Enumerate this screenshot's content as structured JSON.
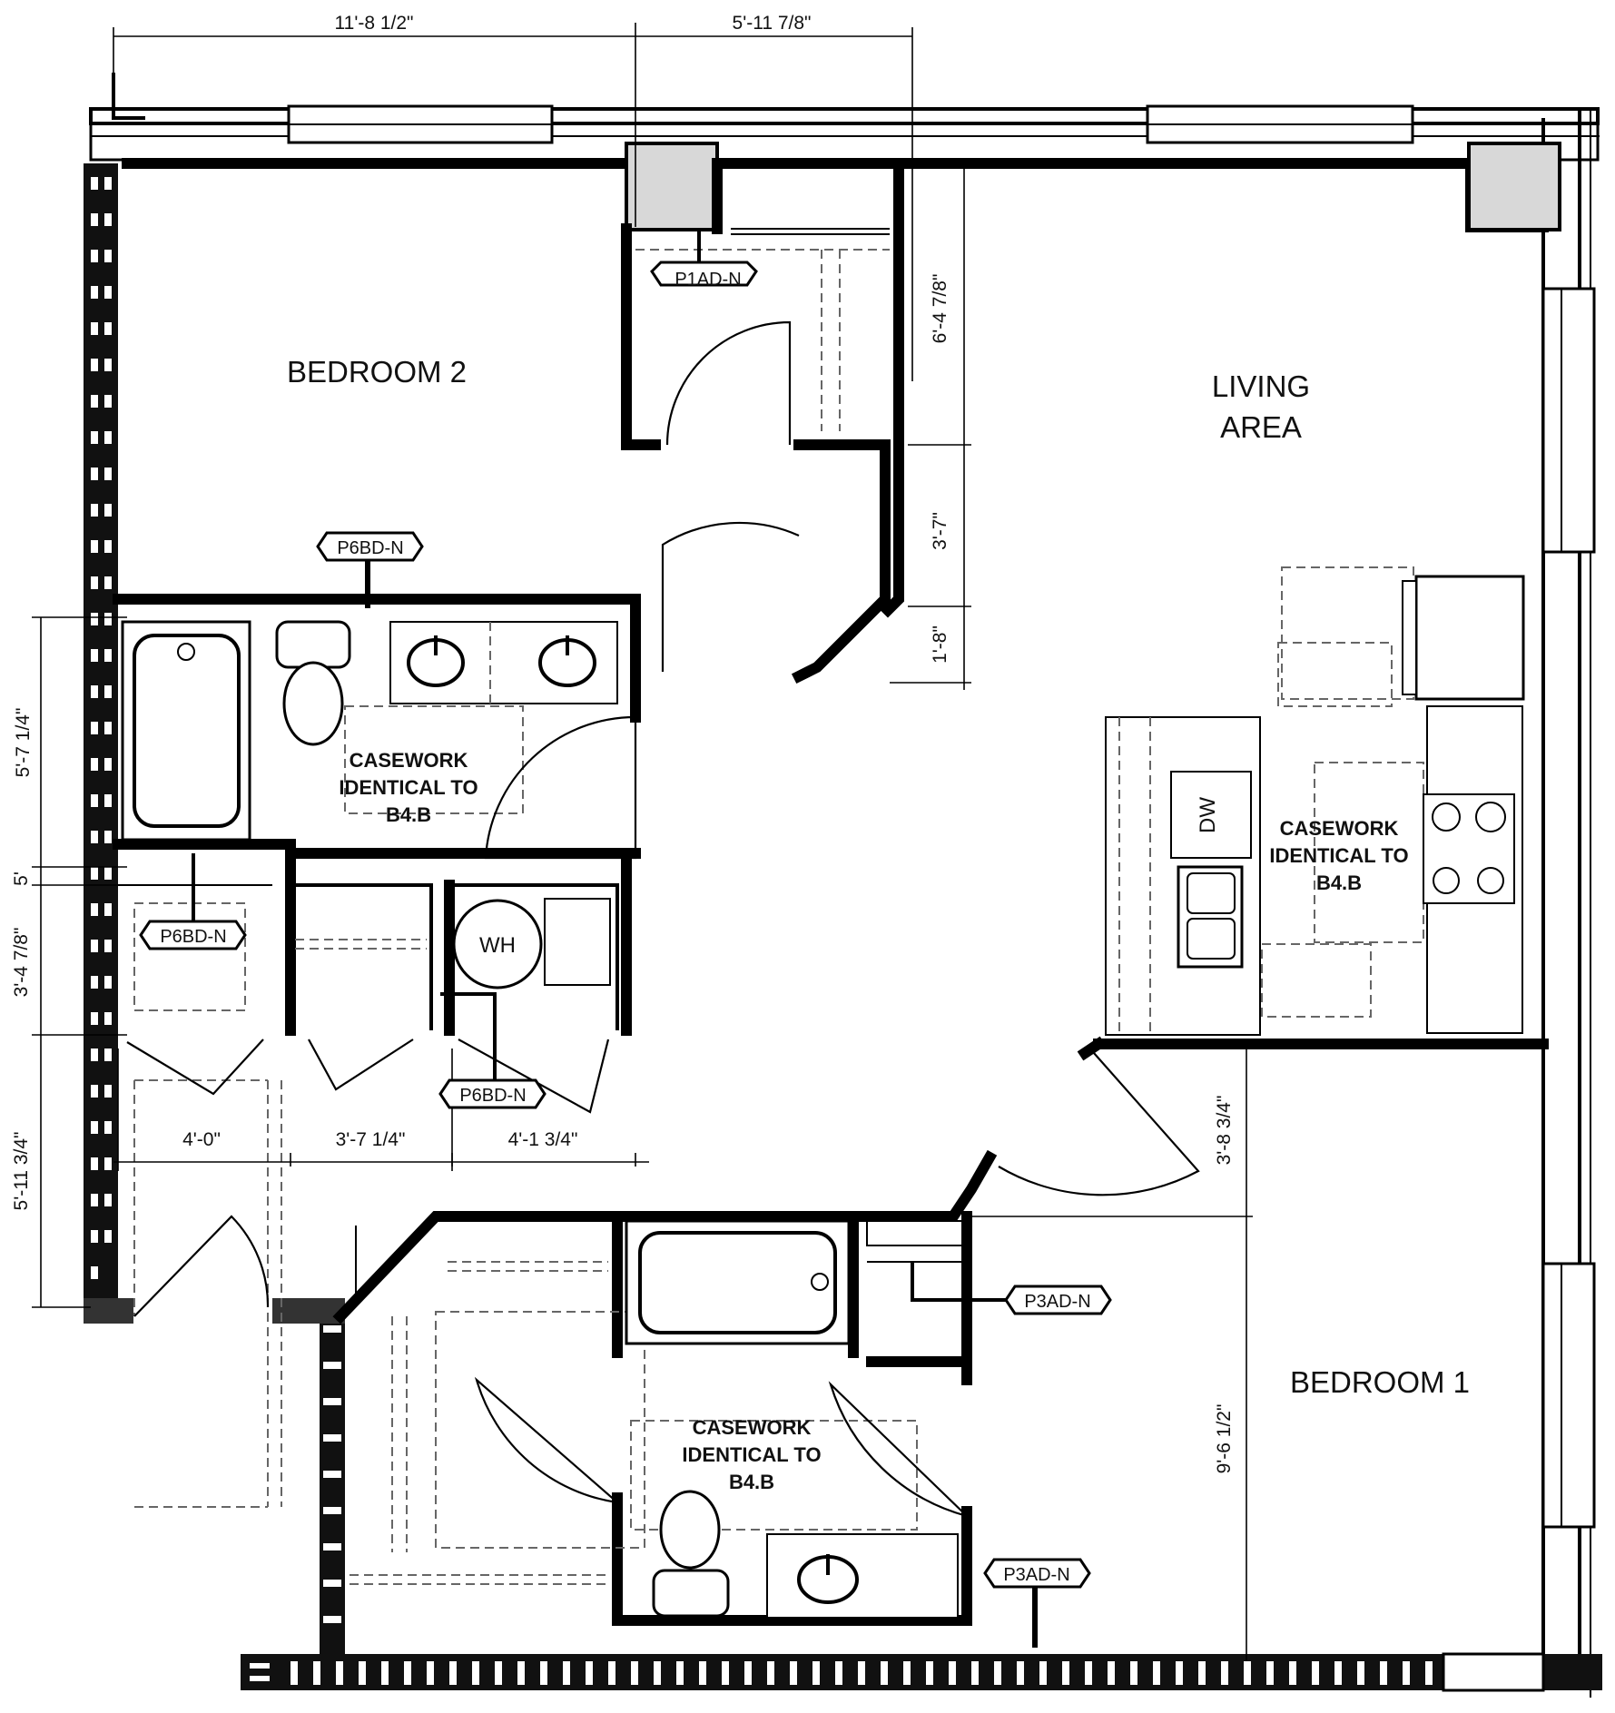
{
  "rooms": {
    "bedroom2": "BEDROOM 2",
    "living_line1": "LIVING",
    "living_line2": "AREA",
    "bedroom1": "BEDROOM 1"
  },
  "notes": {
    "casework_line1": "CASEWORK",
    "casework_line2": "IDENTICAL TO",
    "casework_line3": "B4.B"
  },
  "fixtures": {
    "water_heater": "WH",
    "dishwasher": "DW"
  },
  "tags": {
    "p1ad": "P1AD-N",
    "p6bd_top": "P6BD-N",
    "p6bd_left": "P6BD-N",
    "p6bd_bottom": "P6BD-N",
    "p3ad_upper": "P3AD-N",
    "p3ad_lower": "P3AD-N"
  },
  "dimensions": {
    "top_left": "11'-8 1/2\"",
    "top_right": "5'-11 7/8\"",
    "closet_height": "6'-4 7/8\"",
    "hall_3_7": "3'-7\"",
    "hall_1_8": "1'-8\"",
    "left_bath": "5'-7 1/4\"",
    "left_5": "5'",
    "left_closet": "3'-4 7/8\"",
    "left_entry": "5'-11 3/4\"",
    "closet_w1": "4'-0\"",
    "closet_w2": "3'-7 1/4\"",
    "closet_w3": "4'-1 3/4\"",
    "bed1_upper": "3'-8 3/4\"",
    "bed1_lower": "9'-6 1/2\""
  }
}
